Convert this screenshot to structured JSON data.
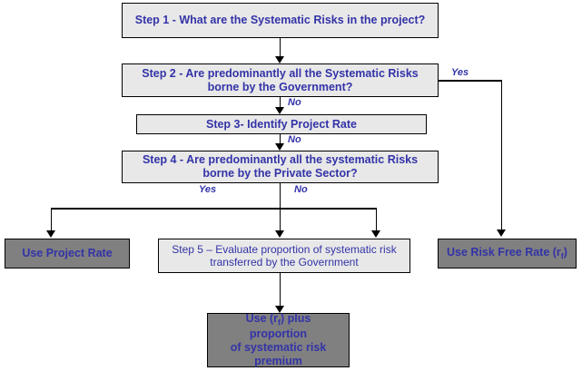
{
  "diagram": {
    "title": "Systematic Risk Discount Rate Decision Flowchart",
    "colors": {
      "text": "#3333a8",
      "box_light": "#e8e8e8",
      "box_dark": "#808080",
      "border": "#000000",
      "background": "#ffffff"
    },
    "nodes": [
      {
        "id": "step1",
        "text": "Step 1 - What are the Systematic Risks in the project?",
        "style": "light",
        "weight": "bold"
      },
      {
        "id": "step2",
        "text": "Step 2 - Are predominantly all the Systematic Risks\nborne by the Government?",
        "style": "light",
        "weight": "bold"
      },
      {
        "id": "step3",
        "text": "Step 3- Identify Project Rate",
        "style": "light",
        "weight": "bold"
      },
      {
        "id": "step4",
        "text": "Step 4 - Are predominantly all the systematic Risks\nborne by the Private Sector?",
        "style": "light",
        "weight": "bold"
      },
      {
        "id": "use_project_rate",
        "text": "Use Project Rate",
        "style": "dark",
        "weight": "bold"
      },
      {
        "id": "step5",
        "text": "Step 5 – Evaluate proportion of systematic risk\ntransferred by the Government",
        "style": "light",
        "weight": "regular"
      },
      {
        "id": "use_risk_free_rate",
        "text": "Use Risk Free Rate (r",
        "text_sub": "f",
        "text_tail": ")",
        "style": "dark",
        "weight": "bold"
      },
      {
        "id": "use_rf_plus",
        "text_line1a": "Use (r",
        "text_line1_sub": "f",
        "text_line1b": ") plus",
        "text_line2": "proportion",
        "text_line3": "of systematic risk",
        "text_line4": "premium",
        "style": "dark",
        "weight": "bold"
      }
    ],
    "edge_labels": {
      "step2_yes": "Yes",
      "step2_no": "No",
      "step3_no": "No",
      "step4_yes": "Yes",
      "step4_no": "No"
    }
  }
}
